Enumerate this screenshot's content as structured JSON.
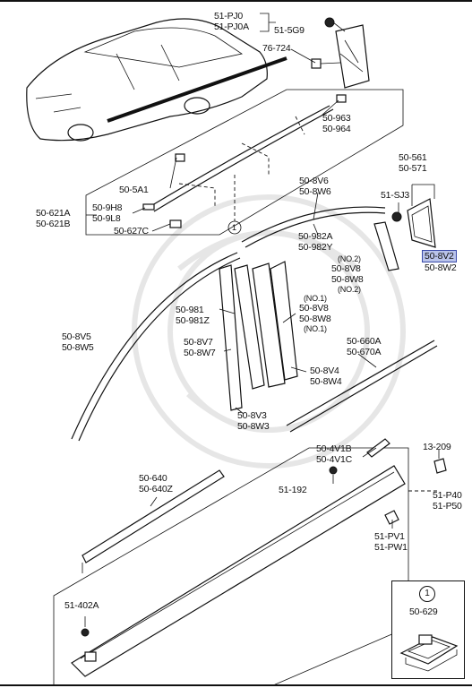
{
  "labels": {
    "l_51pj0": "51-PJ0\n51-PJ0A",
    "l_515g9": "51-5G9",
    "l_76724": "76-724",
    "l_50963": "50-963\n50-964",
    "l_505a1": "50-5A1",
    "l_509h8": "50-9H8\n50-9L8",
    "l_50621": "50-621A\n50-621B",
    "l_50627c": "50-627C",
    "l_circle1": "1",
    "l_508v6": "50-8V6\n50-8W6",
    "l_50561": "50-561\n50-571",
    "l_51sj3": "51-SJ3",
    "l_508v2": "50-8V2",
    "l_508w2": "50-8W2",
    "l_50982a": "50-982A\n50-982Y",
    "l_no2a": "(NO.2)",
    "l_508v8a": "50-8V8\n50-8W8",
    "l_no2b": "(NO.2)",
    "l_508v5": "50-8V5\n50-8W5",
    "l_50981": "50-981\n50-981Z",
    "l_no1a": "(NO.1)",
    "l_508v8b": "50-8V8\n50-8W8",
    "l_no1b": "(NO.1)",
    "l_50660a": "50-660A\n50-670A",
    "l_508v7": "50-8V7\n50-8W7",
    "l_508v4": "50-8V4\n50-8W4",
    "l_508v3": "50-8V3\n50-8W3",
    "l_504v1b": "50-4V1B\n50-4V1C",
    "l_13209": "13-209",
    "l_50640": "50-640\n50-640Z",
    "l_51192": "51-192",
    "l_51p40": "51-P40\n51-P50",
    "l_51pv1": "51-PV1\n51-PW1",
    "l_51402a": "51-402A",
    "inset_circle": "1",
    "inset_part": "50-629"
  },
  "colors": {
    "highlight": "#b9c3ea",
    "ink": "#111111"
  }
}
